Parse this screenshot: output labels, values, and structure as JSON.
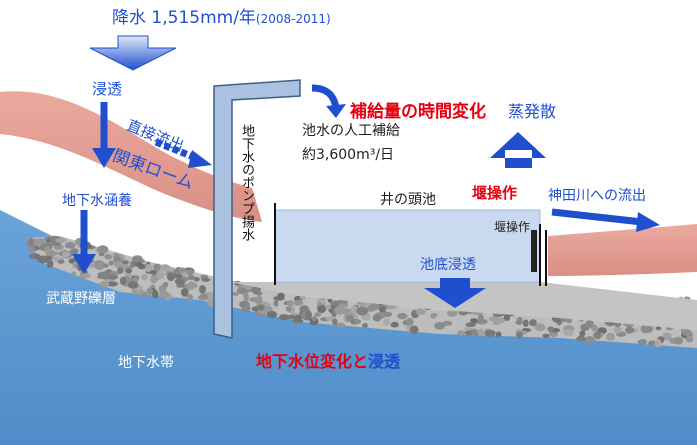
{
  "precipitation": {
    "label": "降水 1,515mm/年",
    "period": "(2008-2011)"
  },
  "labels": {
    "infiltration": "浸透",
    "direct_runoff": "直接流出",
    "kanto_loam": "関東ローム",
    "groundwater_recharge": "地下水涵養",
    "musashino_gravel": "武蔵野礫層",
    "groundwater_zone": "地下水帯",
    "groundwater_pump": "地下水のポンプ揚水",
    "supply_change": "補給量の時間変化",
    "evaporation": "蒸発散",
    "artificial_supply": "池水の人工補給",
    "supply_amount": "約3,600m³/日",
    "pond_name": "井の頭池",
    "weir_operation_bold": "堰操作",
    "weir_operation_small": "堰操作",
    "outflow": "神田川への流出",
    "pond_bottom_infiltration": "池底浸透",
    "gw_level_change": "地下水位変化と",
    "gw_infiltration": "浸透"
  },
  "colors": {
    "arrow_blue": "#1f4fcf",
    "highlight_red": "#e60012",
    "groundwater": "#5f9ad3",
    "pond_water": "#c9daf0",
    "loam": "#e7a59b",
    "gravel": "#8a8a8a"
  }
}
